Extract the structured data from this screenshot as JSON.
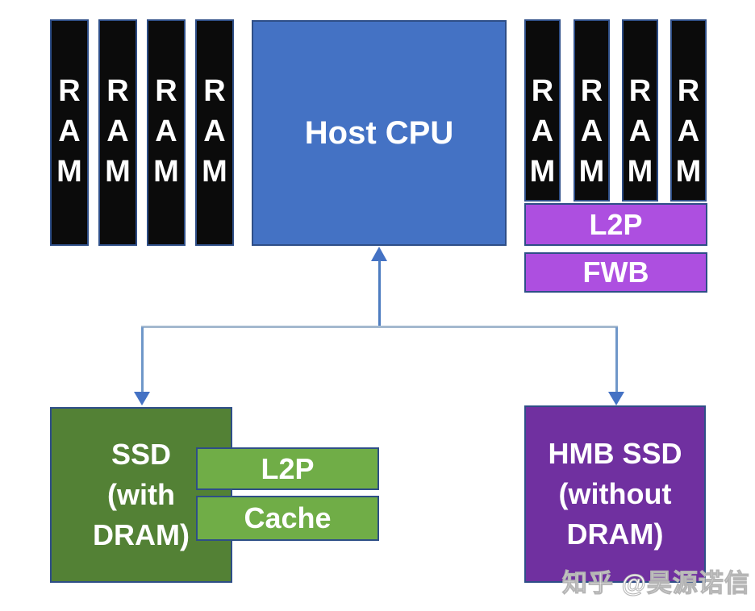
{
  "canvas": {
    "background": "#ffffff"
  },
  "palette": {
    "ram_fill": "#0b0b0b",
    "box_border": "#2e4e87",
    "cpu_fill": "#4472c4",
    "purple_bar_fill": "#ad4fe0",
    "dark_green_fill": "#538135",
    "light_green_fill": "#70ad47",
    "deep_purple_fill": "#7030a0",
    "connector_line": "#a4b9cf",
    "connector_stem": "#6f97c9",
    "arrowhead": "#4472c4",
    "text_light": "#ffffff"
  },
  "ram": {
    "letters": [
      "R",
      "A",
      "M"
    ],
    "left_count": 4,
    "right_count": 4
  },
  "host_cpu": {
    "label": "Host CPU"
  },
  "host_memory": {
    "l2p_label": "L2P",
    "fwb_label": "FWB"
  },
  "ssd_with_dram": {
    "lines": [
      "SSD",
      "(with",
      "DRAM)"
    ],
    "l2p_label": "L2P",
    "cache_label": "Cache"
  },
  "hmb_ssd": {
    "lines": [
      "HMB SSD",
      "(without",
      "DRAM)"
    ]
  },
  "watermark": {
    "text": "知乎 @昊源诺信"
  }
}
